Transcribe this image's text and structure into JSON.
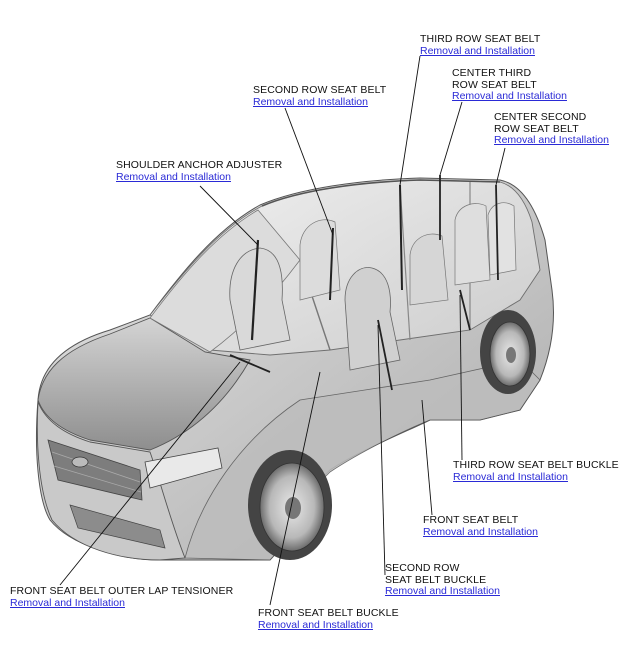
{
  "link_color": "#2a2ad6",
  "callouts": [
    {
      "title": "THIRD ROW SEAT BELT",
      "link": "Removal and Installation"
    },
    {
      "title": "CENTER THIRD",
      "title2": "ROW SEAT BELT",
      "link": "Removal and Installation"
    },
    {
      "title": "CENTER SECOND",
      "title2": "ROW SEAT BELT",
      "link": "Removal and Installation"
    },
    {
      "title": "SECOND ROW SEAT BELT",
      "link": "Removal and Installation"
    },
    {
      "title": "SHOULDER ANCHOR ADJUSTER",
      "link": "Removal and Installation"
    },
    {
      "title": "THIRD ROW SEAT BELT BUCKLE",
      "link": "Removal and Installation"
    },
    {
      "title": "FRONT SEAT BELT",
      "link": "Removal and Installation"
    },
    {
      "title": "SECOND ROW",
      "title2": "SEAT BELT BUCKLE",
      "link": "Removal and Installation"
    },
    {
      "title": "FRONT SEAT BELT OUTER LAP TENSIONER",
      "link": "Removal and Installation"
    },
    {
      "title": "FRONT SEAT BELT BUCKLE",
      "link": "Removal and Installation"
    }
  ]
}
